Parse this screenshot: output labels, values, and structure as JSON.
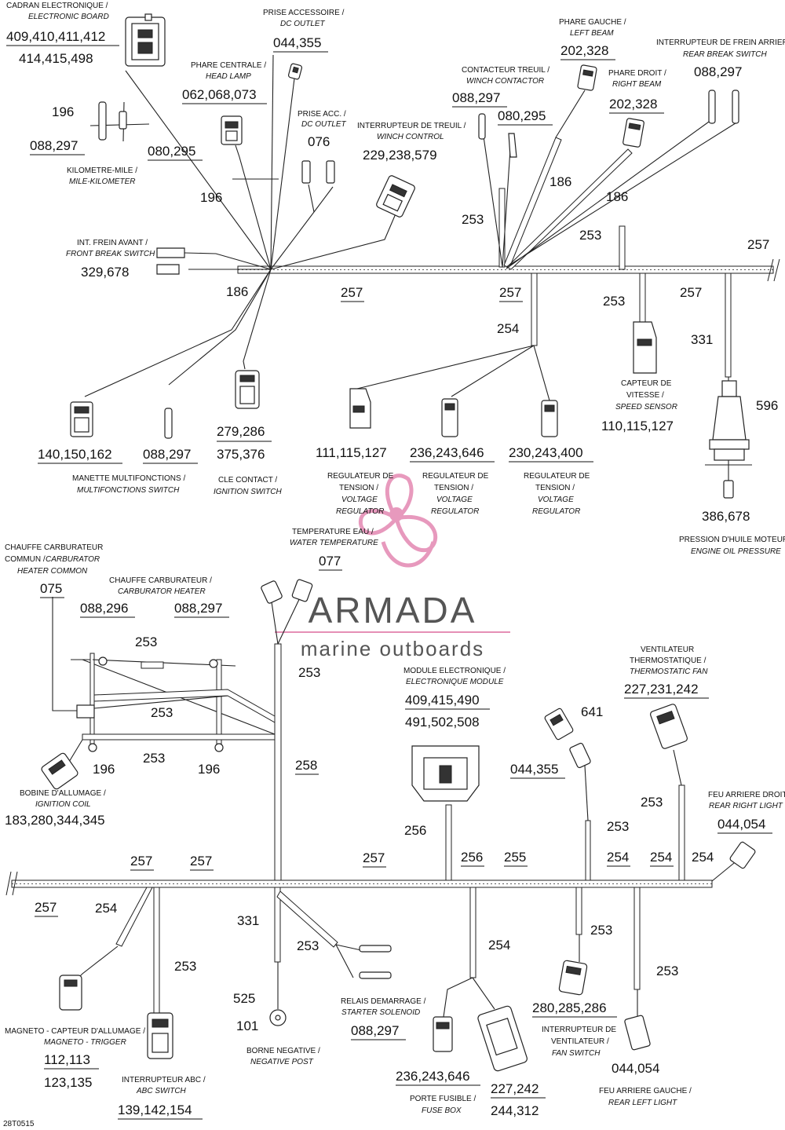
{
  "labels": {
    "cadran_fr": "CADRAN ELECTRONIQUE /",
    "cadran_en": "ELECTRONIC BOARD",
    "cadran_num1": "409,410,411,412",
    "cadran_num2": "414,415,498",
    "prise_acc_fr": "PRISE ACCESSOIRE /",
    "prise_acc_en": "DC OUTLET",
    "prise_acc_num": "044,355",
    "phare_c_fr": "PHARE CENTRALE /",
    "phare_c_en": "HEAD LAMP",
    "phare_c_num": "062,068,073",
    "prise_acc2_fr": "PRISE ACC. /",
    "prise_acc2_en": "DC OUTLET",
    "prise_acc2_num": "076",
    "treuil_int_fr": "INTERRUPTEUR DE TREUIL /",
    "treuil_int_en": "WINCH CONTROL",
    "treuil_int_num": "229,238,579",
    "contact_treuil_fr": "CONTACTEUR TREUIL /",
    "contact_treuil_en": "WINCH CONTACTOR",
    "contact_treuil_num1": "088,297",
    "contact_treuil_num2": "080,295",
    "phare_g_fr": "PHARE GAUCHE /",
    "phare_g_en": "LEFT BEAM",
    "phare_g_num": "202,328",
    "phare_d_fr": "PHARE DROIT /",
    "phare_d_en": "RIGHT BEAM",
    "phare_d_num": "202,328",
    "frein_arr_fr": "INTERRUPTEUR DE FREIN ARRIERE /",
    "frein_arr_en": "REAR BREAK SWITCH",
    "frein_arr_num": "088,297",
    "km_196": "196",
    "km_088": "088,297",
    "km_080": "080,295",
    "km_fr": "KILOMETRE-MILE /",
    "km_en": "MILE-KILOMETER",
    "w196_a": "196",
    "frein_av_fr": "INT. FREIN AVANT /",
    "frein_av_en": "FRONT BREAK SWITCH",
    "frein_av_num": "329,678",
    "w186_a": "186",
    "w257_a": "257",
    "w257_b": "257",
    "w257_c": "257",
    "w257_d": "257",
    "w253_a": "253",
    "w186_b": "186",
    "w186_c": "186",
    "w253_b": "253",
    "w253_c": "253",
    "w254_a": "254",
    "w331_a": "331",
    "w596": "596",
    "vitesse_fr1": "CAPTEUR DE",
    "vitesse_fr2": "VITESSE /",
    "vitesse_en": "SPEED SENSOR",
    "vitesse_num": "110,115,127",
    "multi_num1": "140,150,162",
    "multi_num2": "088,297",
    "multi_fr": "MANETTE MULTIFONCTIONS /",
    "multi_en": "MULTIFONCTIONS SWITCH",
    "cle_num1": "279,286",
    "cle_num2": "375,376",
    "cle_fr": "CLE CONTACT /",
    "cle_en": "IGNITION SWITCH",
    "reg1_num": "111,115,127",
    "reg2_num": "236,243,646",
    "reg3_num": "230,243,400",
    "reg_fr1": "REGULATEUR DE",
    "reg_fr2": "TENSION /",
    "reg_en1": "VOLTAGE",
    "reg_en2": "REGULATOR",
    "huile_num": "386,678",
    "huile_fr": "PRESSION D'HUILE MOTEUR /",
    "huile_en": "ENGINE OIL PRESSURE",
    "temp_fr": "TEMPERATURE EAU /",
    "temp_en": "WATER TEMPERATURE",
    "temp_num": "077",
    "chauffe_com_fr1": "CHAUFFE CARBURATEUR",
    "chauffe_com_fr2": "COMMUN /",
    "chauffe_com_en1": "CARBURATOR",
    "chauffe_com_en2": "HEATER COMMON",
    "chauffe_com_num": "075",
    "chauffe_fr": "CHAUFFE CARBURATEUR /",
    "chauffe_en": "CARBURATOR HEATER",
    "chauffe_num1": "088,296",
    "chauffe_num2": "088,297",
    "l_253_1": "253",
    "l_253_2": "253",
    "l_253_3": "253",
    "l_253_4": "253",
    "l_258": "258",
    "l_196_1": "196",
    "l_196_2": "196",
    "bobine_fr": "BOBINE D'ALLUMAGE /",
    "bobine_en": "IGNITION COIL",
    "bobine_num": "183,280,344,345",
    "module_fr": "MODULE ELECTRONIQUE /",
    "module_en": "ELECTRONIQUE MODULE",
    "module_num1": "409,415,490",
    "module_num2": "491,502,508",
    "l_256_1": "256",
    "l_641": "641",
    "l_044_355": "044,355",
    "vent_fr1": "VENTILATEUR",
    "vent_fr2": "THERMOSTATIQUE /",
    "vent_en": "THERMOSTATIC FAN",
    "vent_num": "227,231,242",
    "l_253_5": "253",
    "l_253_6": "253",
    "feu_d_fr": "FEU ARRIERE DROIT /",
    "feu_d_en": "REAR RIGHT LIGHT",
    "feu_d_num": "044,054",
    "b_257_1": "257",
    "b_257_2": "257",
    "b_257_3": "257",
    "b_256": "256",
    "b_255": "255",
    "b_254_1": "254",
    "b_254_2": "254",
    "b_254_3": "254",
    "b_257_4": "257",
    "b_254_4": "254",
    "b_253_1": "253",
    "b_331": "331",
    "b_253_2": "253",
    "b_525": "525",
    "b_101": "101",
    "b_254_5": "254",
    "b_253_3": "253",
    "b_253_4": "253",
    "magneto_fr": "MAGNETO - CAPTEUR D'ALLUMAGE /",
    "magneto_en": "MAGNETO - TRIGGER",
    "magneto_num1": "112,113",
    "magneto_num2": "123,135",
    "abc_fr": "INTERRUPTEUR ABC /",
    "abc_en": "ABC SWITCH",
    "abc_num": "139,142,154",
    "neg_fr": "BORNE NEGATIVE /",
    "neg_en": "NEGATIVE POST",
    "relais_fr": "RELAIS DEMARRAGE /",
    "relais_en": "STARTER SOLENOID",
    "relais_num": "088,297",
    "fuse_num1": "236,243,646",
    "fuse_fr": "PORTE FUSIBLE /",
    "fuse_en": "FUSE BOX",
    "fuse_num2": "227,242",
    "fuse_num3": "244,312",
    "fan_sw_num": "280,285,286",
    "fan_sw_fr1": "INTERRUPTEUR DE",
    "fan_sw_fr2": "VENTILATEUR /",
    "fan_sw_en": "FAN SWITCH",
    "feu_g_num": "044,054",
    "feu_g_fr": "FEU ARRIERE GAUCHE /",
    "feu_g_en": "REAR  LEFT  LIGHT",
    "figure_code": "28T0515",
    "logo_main": "ARMADA",
    "logo_sub": "marine outboards"
  },
  "colors": {
    "line": "#222222",
    "logo_pink": "#e58fb6",
    "logo_gray": "#555555"
  }
}
